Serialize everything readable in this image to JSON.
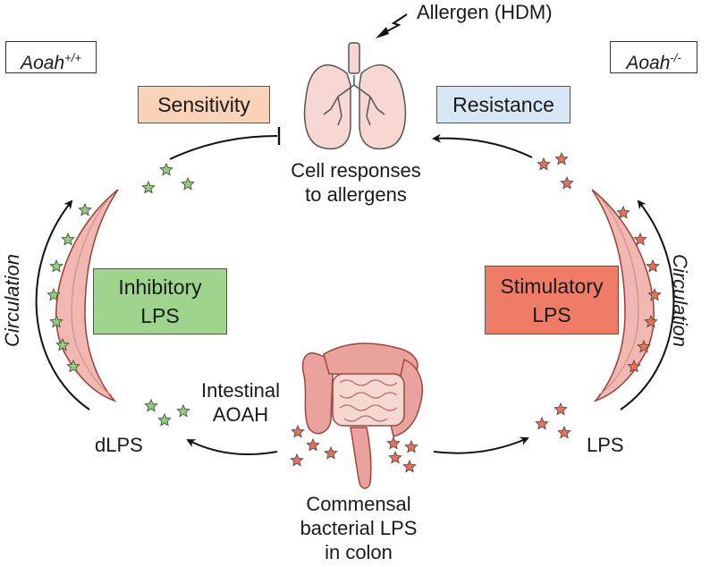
{
  "allergen_label": "Allergen (HDM)",
  "genotype_left": {
    "base": "Aoah",
    "sup": "+/+"
  },
  "genotype_right": {
    "base": "Aoah",
    "sup": "-/-"
  },
  "sensitivity_label": "Sensitivity",
  "resistance_label": "Resistance",
  "cell_responses": [
    "Cell responses",
    "to allergens"
  ],
  "circulation_label": "Circulation",
  "inhibitory_lps": [
    "Inhibitory",
    "LPS"
  ],
  "stimulatory_lps": [
    "Stimulatory",
    "LPS"
  ],
  "intestinal_aoah": [
    "Intestinal",
    "AOAH"
  ],
  "dlps_label": "dLPS",
  "lps_label": "LPS",
  "commensal": [
    "Commensal",
    "bacterial LPS",
    "in colon"
  ],
  "colors": {
    "sensitivity_box": "#f9d3b8",
    "resistance_box": "#d6e6f3",
    "inhibitory_box": "#9fd48c",
    "stimulatory_box": "#ef7c67",
    "vessel_fill": "#f0b8b0",
    "vessel_stroke": "#9a3f38",
    "organ_fill": "#f6d7d2",
    "colon_fill": "#e9a39c",
    "green_star": "#8fcf7a",
    "red_star": "#ee6f55"
  },
  "icons": [
    "lungs-icon",
    "intestine-icon",
    "lightning-arrow-icon",
    "star-icon"
  ]
}
